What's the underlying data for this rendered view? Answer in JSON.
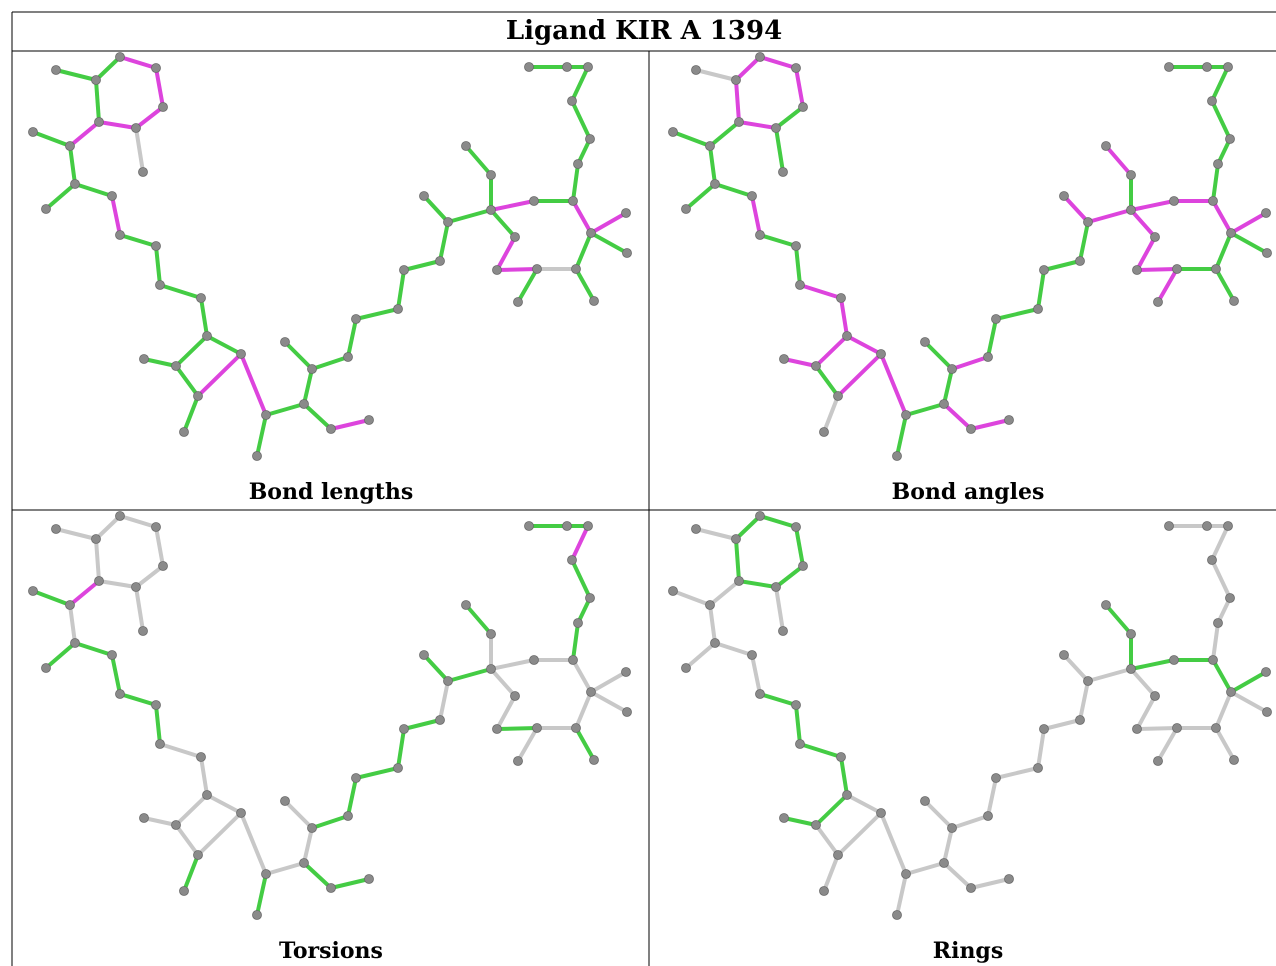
{
  "title": "Ligand KIR A 1394",
  "panels": [
    {
      "key": "bond_lengths",
      "label": "Bond lengths"
    },
    {
      "key": "bond_angles",
      "label": "Bond angles"
    },
    {
      "key": "torsions",
      "label": "Torsions"
    },
    {
      "key": "rings",
      "label": "Rings"
    }
  ],
  "colors": {
    "good": "#44cc44",
    "outlier": "#dd44dd",
    "neutral": "#c8c8c8",
    "atom": "#8a8a8a",
    "grid": "#000000"
  }
}
